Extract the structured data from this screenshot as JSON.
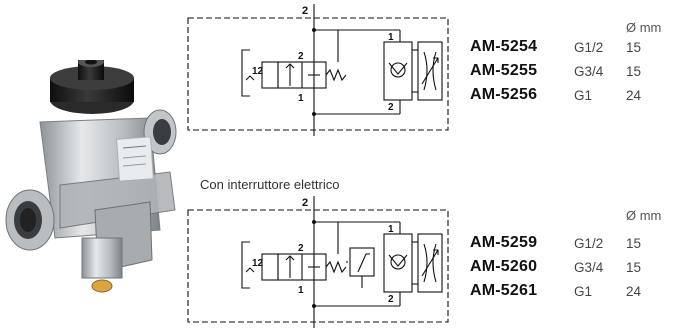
{
  "diagram_top": {
    "label_port_top": "2",
    "label_valve_2": "2",
    "label_valve_1": "1",
    "label_pilot": "12",
    "label_right_1": "1",
    "label_right_2": "2"
  },
  "caption": "Con interruttore elettrico",
  "diagram_bottom": {
    "label_port_top": "2",
    "label_valve_2": "2",
    "label_valve_1": "1",
    "label_pilot": "12",
    "label_right_1": "1",
    "label_right_2": "2"
  },
  "table_top": {
    "header_diameter": "Ø mm",
    "rows": [
      {
        "code": "AM-5254",
        "thread": "G1/2",
        "diameter": "15"
      },
      {
        "code": "AM-5255",
        "thread": "G3/4",
        "diameter": "15"
      },
      {
        "code": "AM-5256",
        "thread": "G1",
        "diameter": "24"
      }
    ]
  },
  "table_bottom": {
    "header_diameter": "Ø mm",
    "rows": [
      {
        "code": "AM-5259",
        "thread": "G1/2",
        "diameter": "15"
      },
      {
        "code": "AM-5260",
        "thread": "G3/4",
        "diameter": "15"
      },
      {
        "code": "AM-5261",
        "thread": "G1",
        "diameter": "24"
      }
    ]
  },
  "colors": {
    "line": "#111111",
    "body_metal": "#c9ccce",
    "cap_black": "#1b1b1b",
    "label_sticker": "#e9ecef",
    "brass": "#d9a441"
  }
}
